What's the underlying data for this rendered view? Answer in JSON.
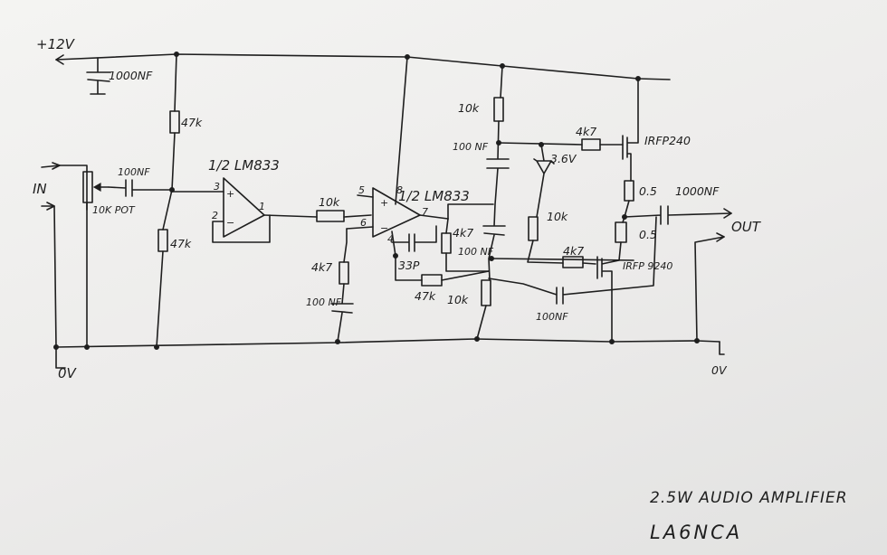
{
  "supply": {
    "plus": "+12V",
    "zero": "0V",
    "zero_right": "0V"
  },
  "io": {
    "in": "IN",
    "out": "OUT"
  },
  "components": {
    "c_supply": "1000NF",
    "r_bias_top": "47k",
    "r_bias_bot": "47k",
    "pot": "10K POT",
    "c_in": "100NF",
    "opamp1": "1/2 LM833",
    "opamp2": "1/2 LM833",
    "r_link": "10k",
    "r_fb_gnd": "4k7",
    "c_fb_gnd": "100 NF",
    "c_comp": "33P",
    "r_fb": "47k",
    "r_vas": "4k7",
    "r_top": "10k",
    "c_boot": "100 NF",
    "c_mid": "100 NF",
    "r_lower": "10k",
    "zener": "3.6V",
    "r_gate_top": "4k7",
    "mosfet_top": "IRFP240",
    "r_trim": "10k",
    "r_gate_bot": "4k7",
    "mosfet_bot": "IRFP 9240",
    "r_src_top": "0.5",
    "r_src_bot": "0.5",
    "c_out": "1000NF",
    "c_fb2": "100NF"
  },
  "pins": {
    "p3": "3",
    "p2": "2",
    "p1": "1",
    "p5": "5",
    "p6": "6",
    "p7": "7",
    "p8": "8",
    "p4": "4",
    "plus": "+",
    "minus": "−"
  },
  "title": {
    "line1": "2.5W AUDIO AMPLIFIER",
    "line2": "LA6NCA"
  }
}
